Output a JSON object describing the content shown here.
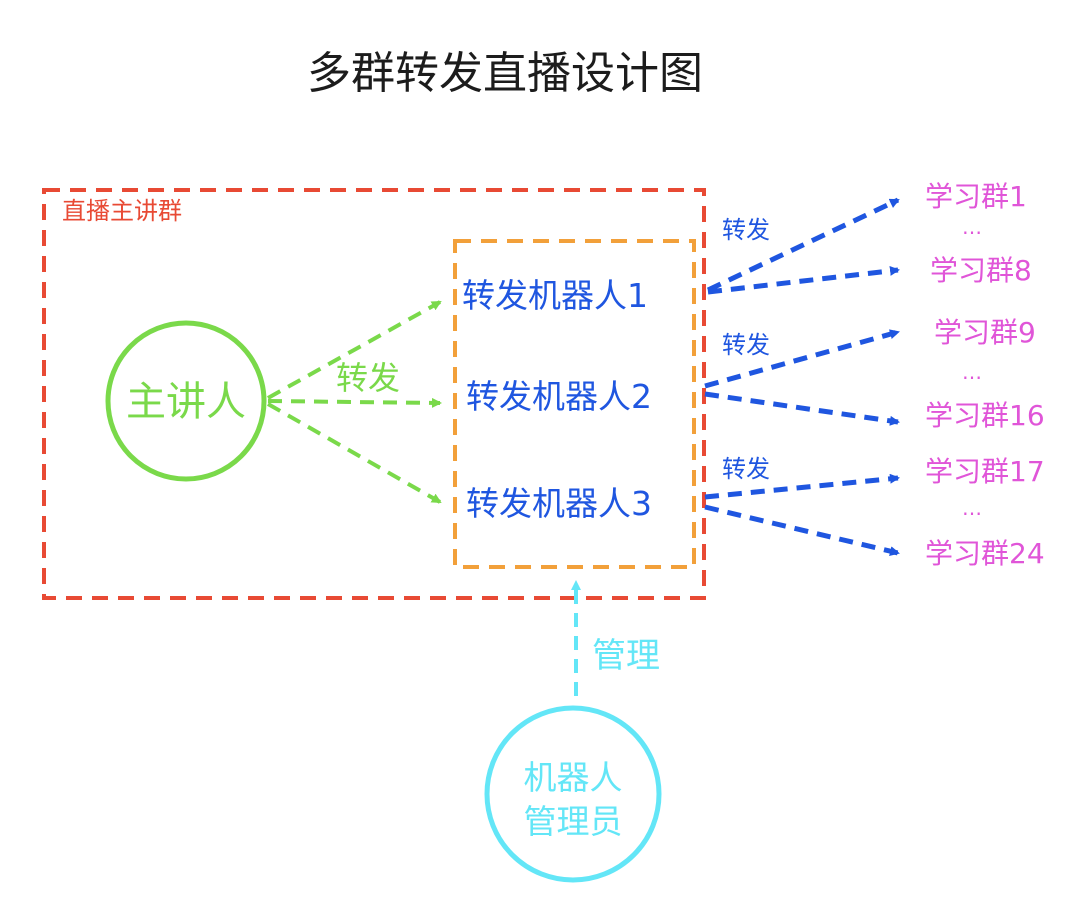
{
  "title": "多群转发直播设计图",
  "main_group": {
    "label": "直播主讲群"
  },
  "speaker": {
    "label": "主讲人"
  },
  "speaker_forward_label": "转发",
  "bots": [
    {
      "label": "转发机器人1"
    },
    {
      "label": "转发机器人2"
    },
    {
      "label": "转发机器人3"
    }
  ],
  "bot_forward_labels": [
    "转发",
    "转发",
    "转发"
  ],
  "study_groups": {
    "bot1": {
      "first": "学习群1",
      "ellipsis": "…",
      "last": "学习群8"
    },
    "bot2": {
      "first": "学习群9",
      "ellipsis": "…",
      "last": "学习群16"
    },
    "bot3": {
      "first": "学习群17",
      "ellipsis": "…",
      "last": "学习群24"
    }
  },
  "manage_label": "管理",
  "admin": {
    "line1": "机器人",
    "line2": "管理员"
  },
  "colors": {
    "main_group_border": "#e84a34",
    "bot_box_border": "#f2a03a",
    "speaker": "#7ad94a",
    "bots": "#1f56e0",
    "study_groups": "#e055d8",
    "admin": "#63e6f7",
    "title": "#1c1c1c"
  }
}
